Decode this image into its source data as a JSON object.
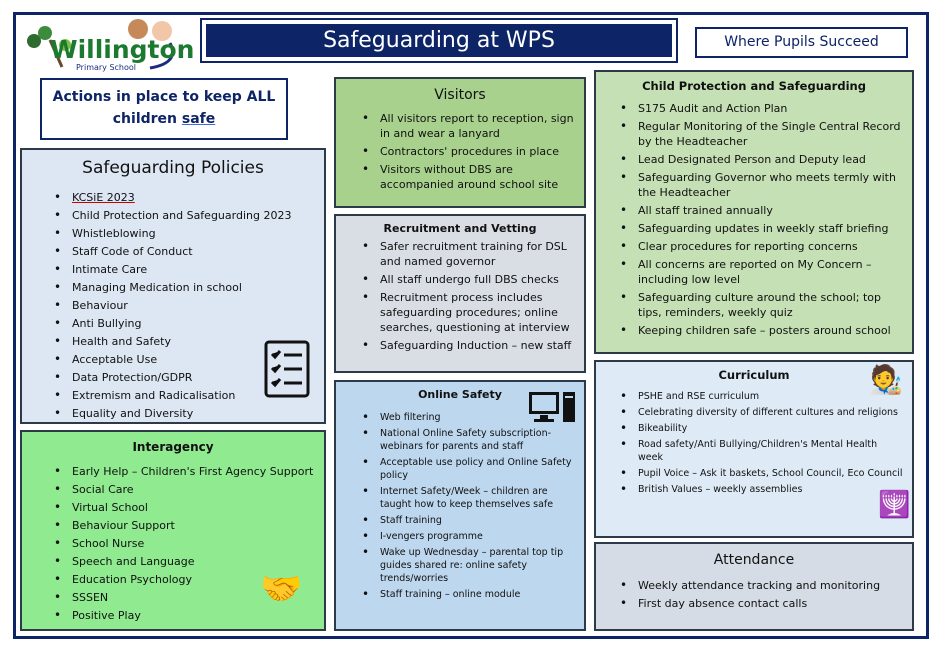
{
  "logo": {
    "name": "Willington",
    "sub": "Primary School"
  },
  "title": "Safeguarding at WPS",
  "tagline": "Where Pupils Succeed",
  "actions": {
    "line1": "Actions in place to keep ALL",
    "line2": "children ",
    "line2_u": "safe"
  },
  "policies": {
    "title": "Safeguarding Policies",
    "items": [
      "KCSiE 2023",
      "Child Protection and Safeguarding 2023",
      "Whistleblowing",
      "Staff Code of Conduct",
      "Intimate Care",
      "Managing Medication in school",
      "Behaviour",
      "Anti Bullying",
      "Health and Safety",
      "Acceptable Use",
      "Data Protection/GDPR",
      "Extremism and Radicalisation",
      "Equality and Diversity"
    ]
  },
  "interagency": {
    "title": "Interagency",
    "items": [
      "Early Help – Children's First Agency Support",
      "Social Care",
      "Virtual School",
      "Behaviour Support",
      "School Nurse",
      "Speech and Language",
      "Education Psychology",
      "SSSEN",
      "Positive Play"
    ]
  },
  "visitors": {
    "title": "Visitors",
    "items": [
      "All visitors report to reception, sign in and wear a lanyard",
      "Contractors' procedures in place",
      "Visitors without DBS are accompanied around school site"
    ]
  },
  "recruitment": {
    "title": "Recruitment and Vetting",
    "items": [
      "Safer recruitment training for DSL and named governor",
      "All staff undergo full DBS checks",
      "Recruitment process includes safeguarding procedures; online searches, questioning at interview",
      "Safeguarding Induction – new staff"
    ]
  },
  "online": {
    "title": "Online Safety",
    "items": [
      "Web filtering",
      "National Online Safety subscription- webinars for parents and staff",
      "Acceptable use policy and Online Safety policy",
      "Internet Safety/Week – children are taught how to keep themselves safe",
      "Staff training",
      "I-vengers programme",
      "Wake up Wednesday – parental top tip guides shared re: online safety trends/worries",
      "Staff training – online module"
    ]
  },
  "child_protection": {
    "title": "Child Protection and Safeguarding",
    "items": [
      "S175 Audit and Action Plan",
      "Regular Monitoring of the Single Central Record by the Headteacher",
      "Lead Designated Person and Deputy lead",
      "Safeguarding Governor who meets termly with the Headteacher",
      "All staff trained annually",
      "Safeguarding updates in weekly staff briefing",
      "Clear procedures for reporting concerns",
      "All concerns are reported on My Concern – including low level",
      "Safeguarding culture around the school; top tips, reminders, weekly quiz",
      "Keeping children safe – posters around school"
    ]
  },
  "curriculum": {
    "title": "Curriculum",
    "items": [
      "PSHE and RSE curriculum",
      "Celebrating diversity of different cultures and religions",
      "Bikeability",
      "Road safety/Anti Bullying/Children's Mental Health week",
      "Pupil Voice – Ask it baskets, School Council, Eco Council",
      "British Values – weekly assemblies"
    ]
  },
  "attendance": {
    "title": "Attendance",
    "items": [
      "Weekly attendance tracking and monitoring",
      "First day absence contact calls"
    ]
  }
}
